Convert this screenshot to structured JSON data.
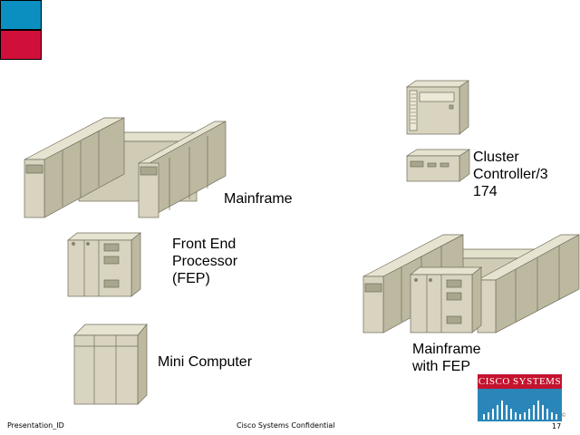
{
  "slide": {
    "labels": {
      "mainframe": "Mainframe",
      "cluster_controller": "Cluster\nController/3\n174",
      "fep": "Front End\nProcessor\n(FEP)",
      "mini_computer": "Mini Computer",
      "mainframe_with_fep": "Mainframe\nwith FEP"
    },
    "footer": {
      "presentation_id": "Presentation_ID",
      "confidential": "Cisco Systems Confidential",
      "page_number": "17",
      "copyright_mark": "©"
    },
    "logo": {
      "text": "Cisco Systems"
    },
    "colors": {
      "corner_blue": "#0b8fc0",
      "corner_red": "#d0103a",
      "device_body": "#d8d4bf",
      "device_dark": "#a9a68e",
      "logo_blue": "#2a86b8",
      "logo_red": "#c4122f"
    }
  }
}
